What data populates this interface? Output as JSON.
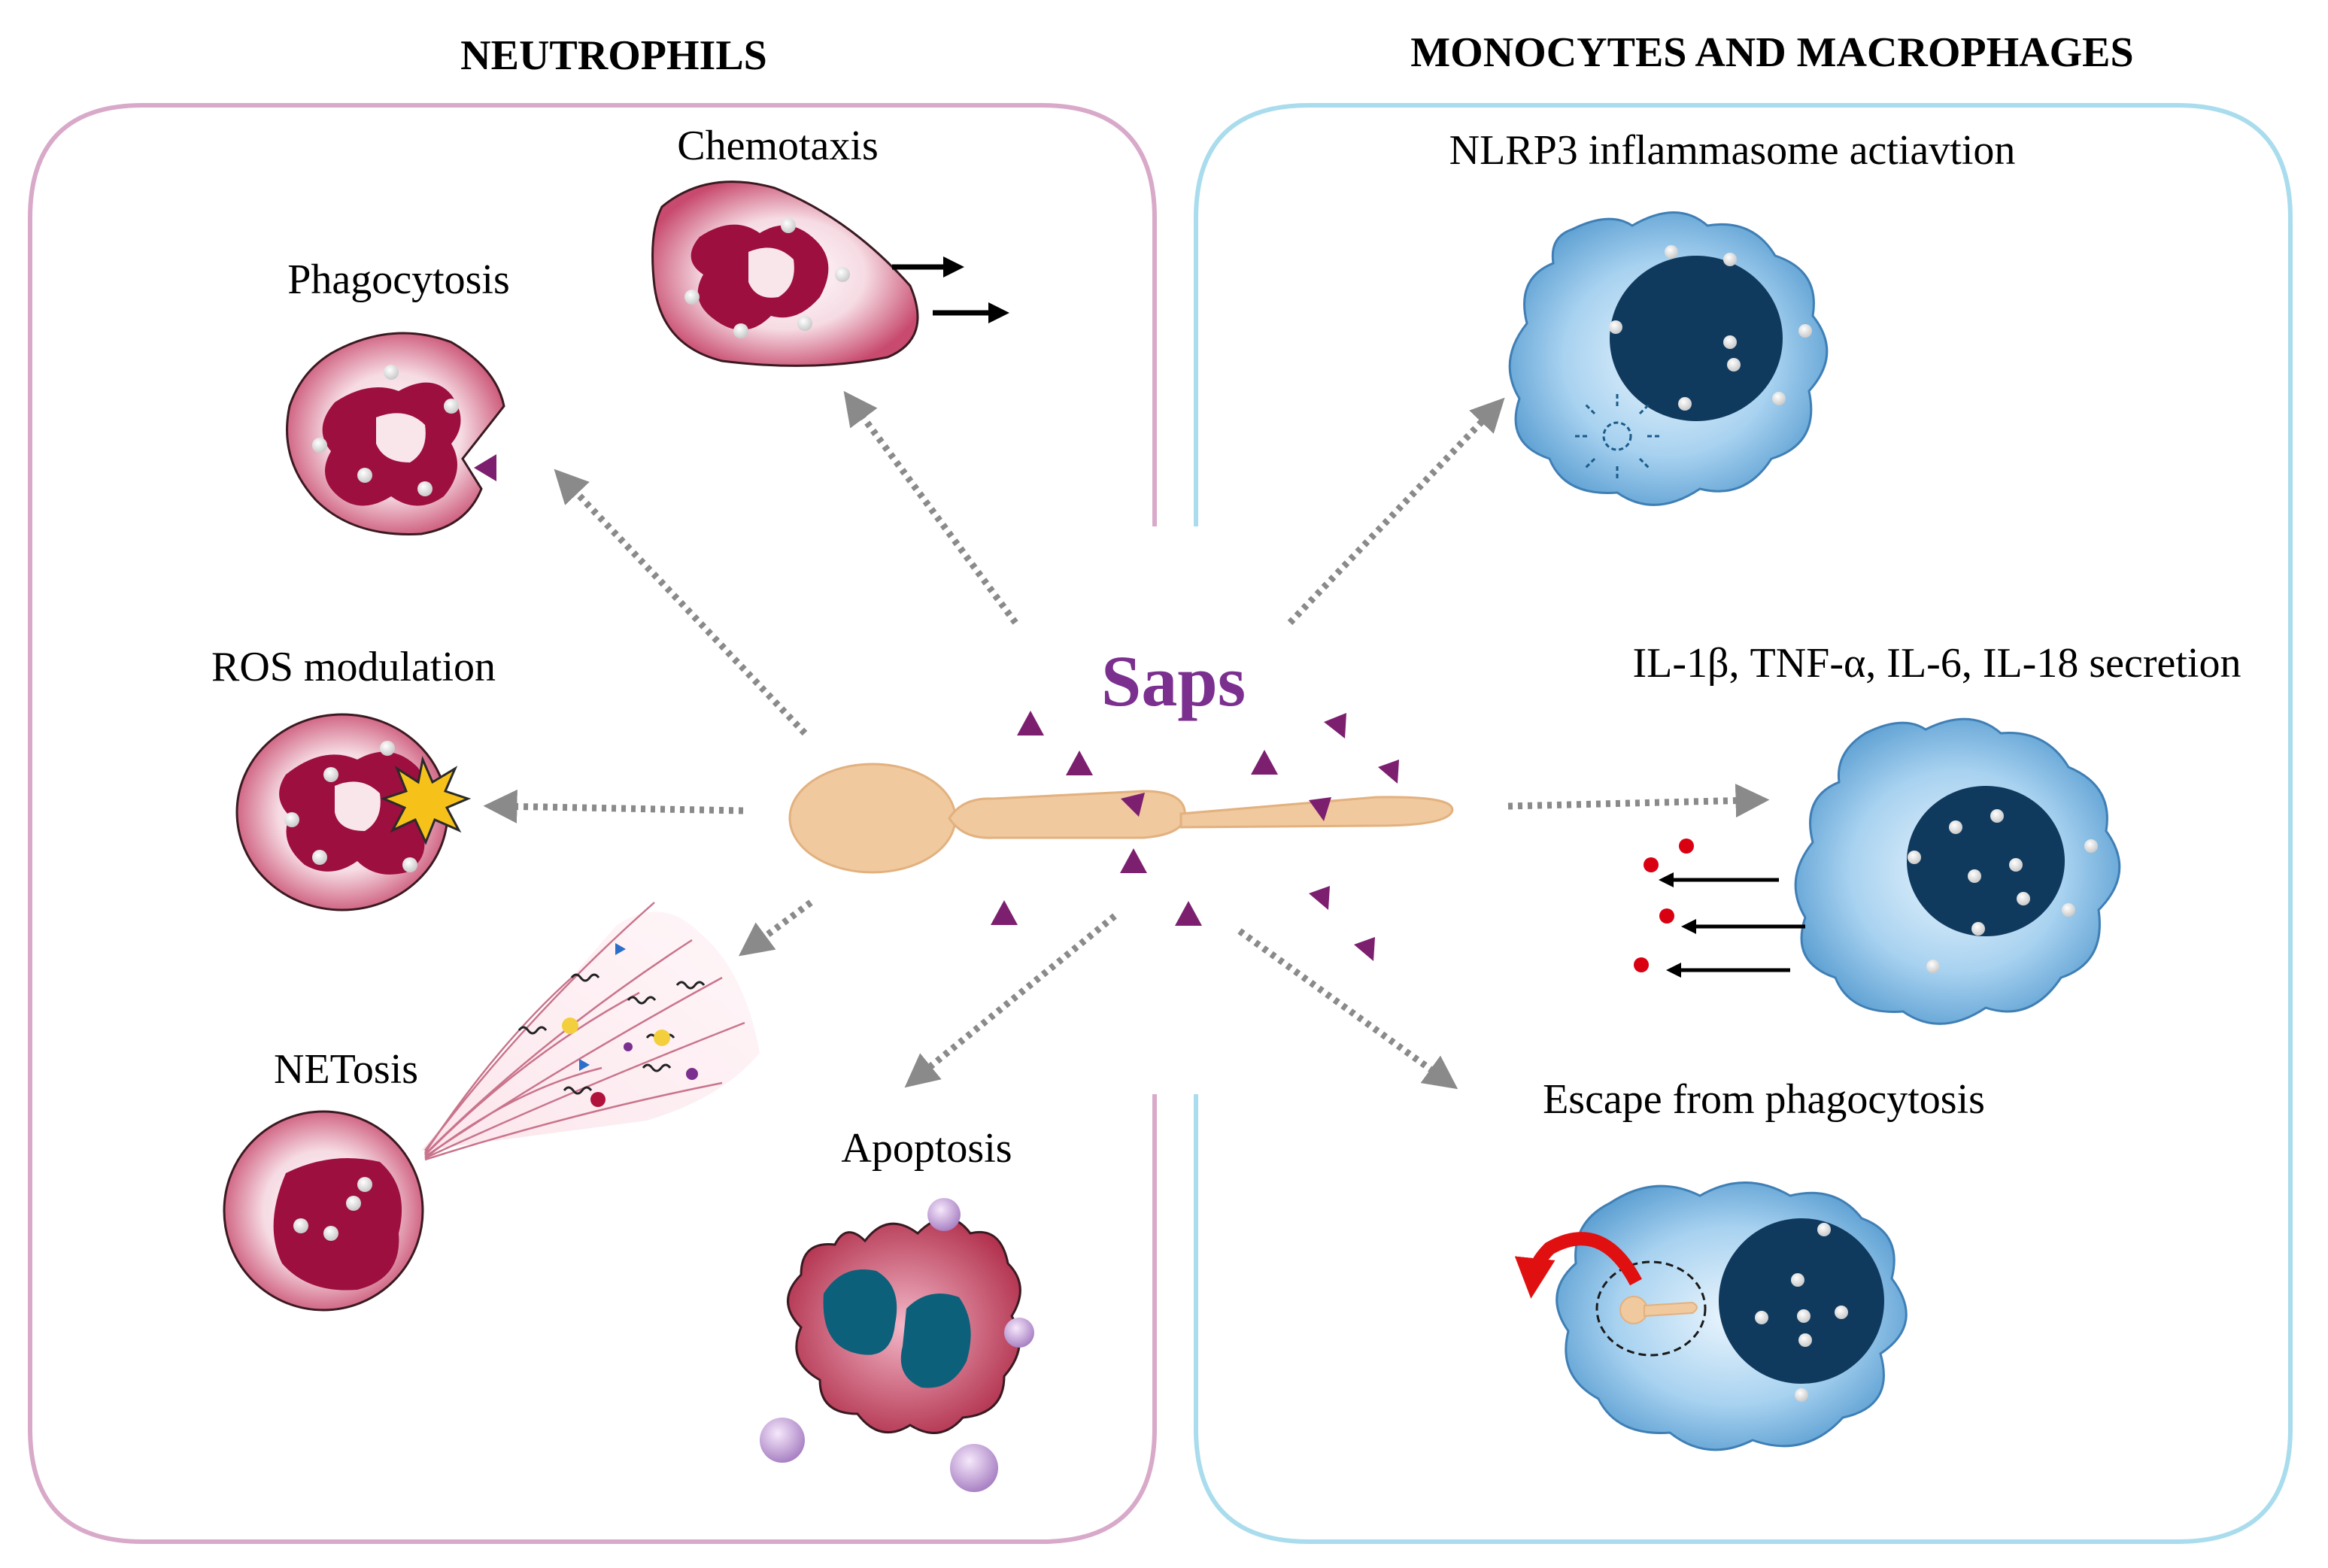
{
  "headers": {
    "left": "NEUTROPHILS",
    "right": "MONOCYTES AND MACROPHAGES"
  },
  "center_label": "Saps",
  "neutrophil_labels": {
    "chemotaxis": "Chemotaxis",
    "phagocytosis": "Phagocytosis",
    "ros": "ROS modulation",
    "netosis": "NETosis",
    "apoptosis": "Apoptosis"
  },
  "macrophage_labels": {
    "nlrp3": "NLRP3 inflammasome actiavtion",
    "cytokines": "IL-1β, TNF-α, IL-6, IL-18 secretion",
    "escape": "Escape from phagocytosis"
  },
  "colors": {
    "neutrophil_panel_border": "#d9a9c9",
    "macrophage_panel_border": "#a9dced",
    "saps_text": "#7b2f8f",
    "saps_triangle": "#7d1f6f",
    "neutrophil_nucleus": "#9c0f3f",
    "macrophage_nucleus": "#0f3a5e",
    "macrophage_cyto": "#8fc3ea",
    "hypha": "#f0c99e",
    "dotted_arrow": "#8a8a8a",
    "cytokine_dot": "#d90012",
    "escape_arrow": "#e01010"
  }
}
